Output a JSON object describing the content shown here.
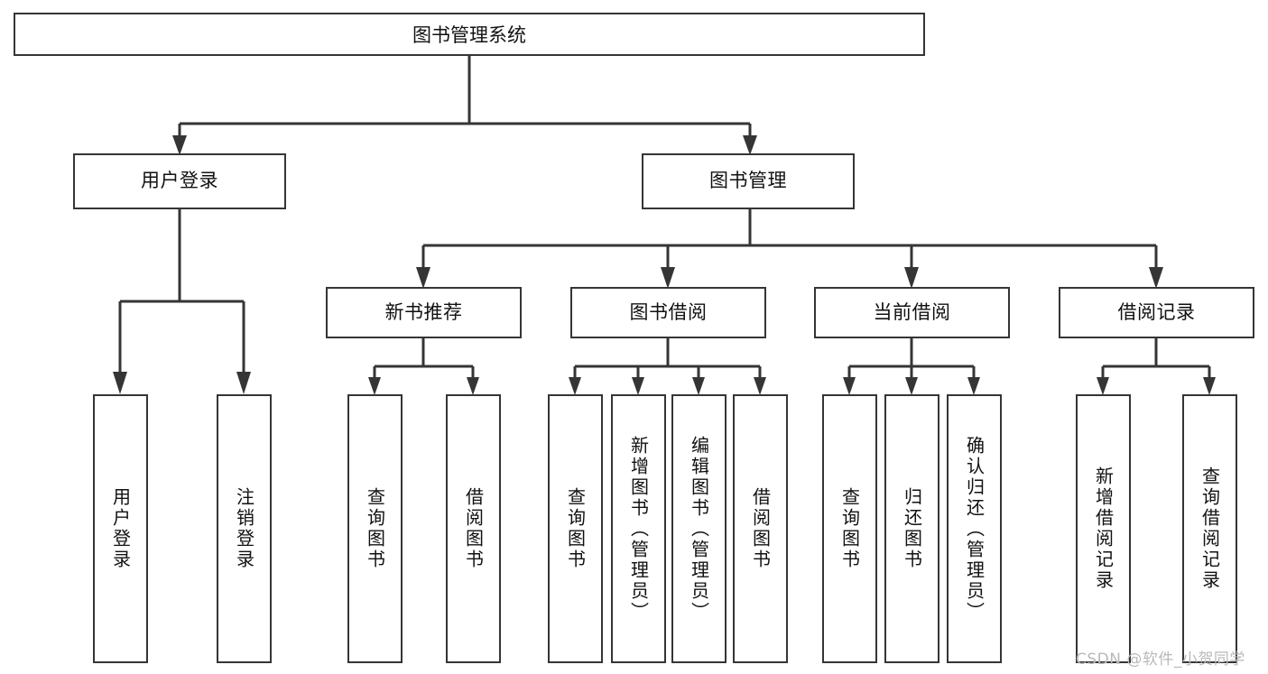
{
  "diagram": {
    "title": "图书管理系统",
    "type": "functional-structure-tree",
    "root": {
      "label": "图书管理系统"
    },
    "level2": [
      {
        "label": "用户登录"
      },
      {
        "label": "图书管理"
      }
    ],
    "level3": [
      {
        "label": "新书推荐"
      },
      {
        "label": "图书借阅"
      },
      {
        "label": "当前借阅"
      },
      {
        "label": "借阅记录"
      }
    ],
    "leaves": {
      "user_login": [
        {
          "label": "用户登录"
        },
        {
          "label": "注销登录"
        }
      ],
      "new_book_recommend": [
        {
          "label": "查询图书"
        },
        {
          "label": "借阅图书"
        }
      ],
      "book_borrow": [
        {
          "label": "查询图书"
        },
        {
          "label": "新增图书（管理员）"
        },
        {
          "label": "编辑图书（管理员）"
        },
        {
          "label": "借阅图书"
        }
      ],
      "current_borrow": [
        {
          "label": "查询图书"
        },
        {
          "label": "归还图书"
        },
        {
          "label": "确认归还（管理员）"
        }
      ],
      "borrow_record": [
        {
          "label": "新增借阅记录"
        },
        {
          "label": "查询借阅记录"
        }
      ]
    }
  },
  "watermark": {
    "text": "CSDN @软件_小贺同学"
  },
  "colors": {
    "stroke": "#353535",
    "background": "#ffffff",
    "text": "#111111",
    "watermark": "#b9b9b9"
  }
}
